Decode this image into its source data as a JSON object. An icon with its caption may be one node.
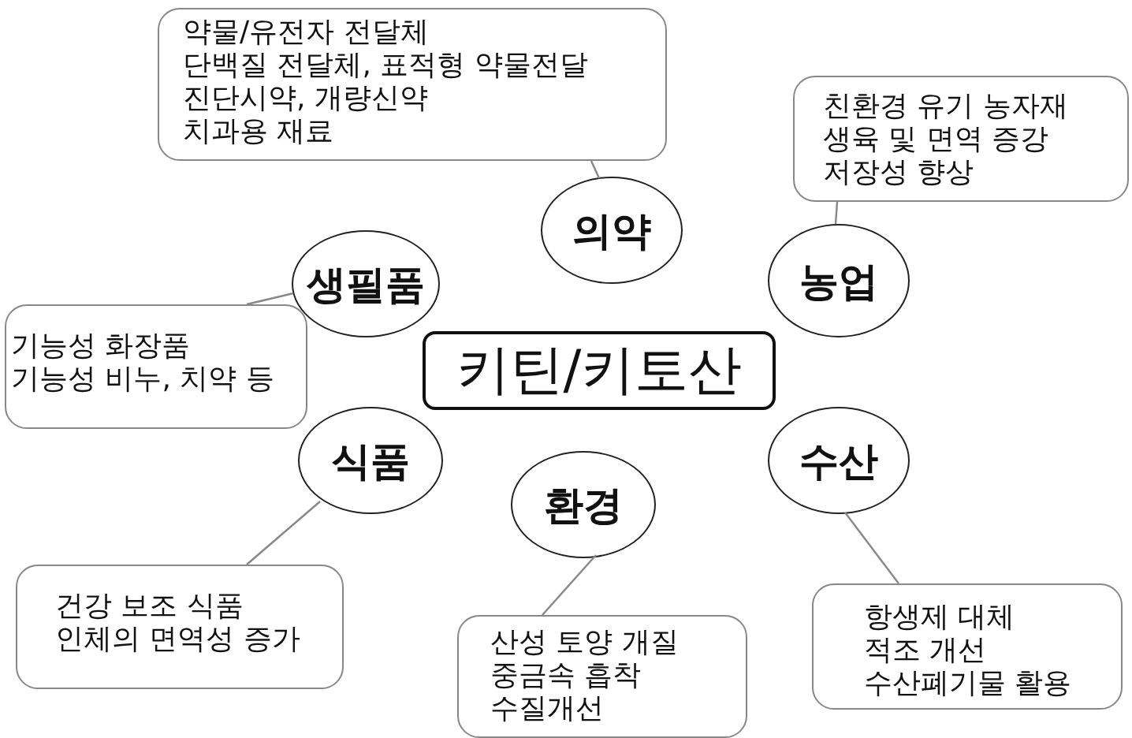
{
  "diagram": {
    "nodes": [
      {
        "text": [
          "약물/유전자 전달체",
          "단백질 전달체, 표적형 약물전달",
          "진단시약, 개량신약",
          "치과용 재료"
        ]
      },
      {
        "text": [
          "친환경 유기 농자재",
          "생육 및 면역 증강",
          "저장성 향상"
        ]
      },
      {
        "text": [
          "의약"
        ]
      },
      {
        "text": [
          "생필품"
        ]
      },
      {
        "text": [
          "농업"
        ]
      },
      {
        "text": [
          "기능성 화장품",
          "기능성 비누, 치약 등"
        ]
      },
      {
        "text": [
          "키틴/키토산"
        ]
      },
      {
        "text": [
          "식품"
        ]
      },
      {
        "text": [
          "수산"
        ]
      },
      {
        "text": [
          "환경"
        ]
      },
      {
        "text": [
          "건강 보조 식품",
          "인체의 면역성 증가"
        ]
      },
      {
        "text": [
          "산성 토양 개질",
          "중금속 흡착",
          "수질개선"
        ]
      },
      {
        "text": [
          "항생제 대체",
          "적조 개선",
          "수산폐기물 활용"
        ]
      }
    ],
    "edges": [
      {
        "from": 0,
        "to": 2,
        "arrow": "none"
      },
      {
        "from": 1,
        "to": 4,
        "arrow": "none"
      },
      {
        "from": 5,
        "to": 3,
        "arrow": "none"
      },
      {
        "from": 10,
        "to": 7,
        "arrow": "none"
      },
      {
        "from": 11,
        "to": 9,
        "arrow": "none"
      },
      {
        "from": 12,
        "to": 8,
        "arrow": "none"
      }
    ]
  }
}
